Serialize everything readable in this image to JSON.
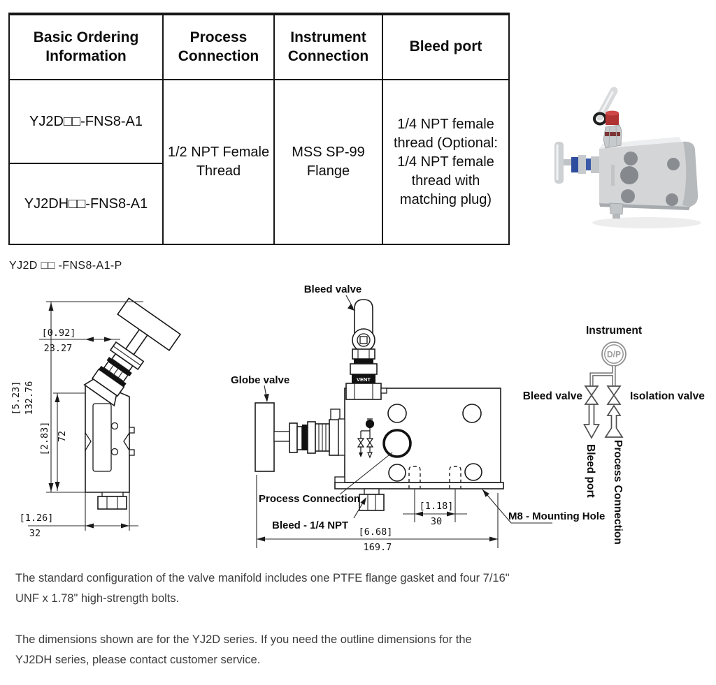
{
  "table": {
    "headers": [
      "Basic Ordering Information",
      "Process Connection",
      "Instrument Connection",
      "Bleed port"
    ],
    "rows": [
      "YJ2D□□-FNS8-A1",
      "YJ2DH□□-FNS8-A1"
    ],
    "process_connection": "1/2 NPT Female Thread",
    "instrument_connection": "MSS SP-99 Flange",
    "bleed_port": "1/4 NPT female thread (Optional: 1/4 NPT female thread with matching plug)"
  },
  "drawing": {
    "model_label": "YJ2D □□ -FNS8-A1-P",
    "side_view": {
      "height_in": "[5.23]",
      "height_mm": "132.76",
      "body_in": "[2.83]",
      "body_mm": "72",
      "offset_in": "[0.92]",
      "offset_mm": "23.27",
      "width_in": "[1.26]",
      "width_mm": "32"
    },
    "front_view": {
      "labels": {
        "bleed_valve": "Bleed valve",
        "globe_valve": "Globe valve",
        "process_connection": "Process Connection",
        "bleed_npt": "Bleed - 1/4 NPT",
        "mounting_hole": "M8 - Mounting Hole",
        "vent": "VENT"
      },
      "spacing_in": "[1.18]",
      "spacing_mm": "30",
      "length_in": "[6.68]",
      "length_mm": "169.7"
    },
    "schematic": {
      "instrument": "Instrument",
      "dp": "D/P",
      "bleed_valve": "Bleed valve",
      "isolation_valve": "Isolation valve",
      "bleed_port": "Bleed port",
      "process_connection": "Process Connection"
    }
  },
  "notes": [
    "The standard configuration of the valve manifold includes one PTFE flange gasket and four 7/16\" UNF x 1.78\" high-strength bolts.",
    "The dimensions shown are for the YJ2D series. If you need the outline dimensions for the YJ2DH series, please contact customer service."
  ],
  "colors": {
    "accent_red": "#b03434",
    "accent_blue": "#2e4d9d",
    "metal_gray": "#d3d5d7"
  }
}
